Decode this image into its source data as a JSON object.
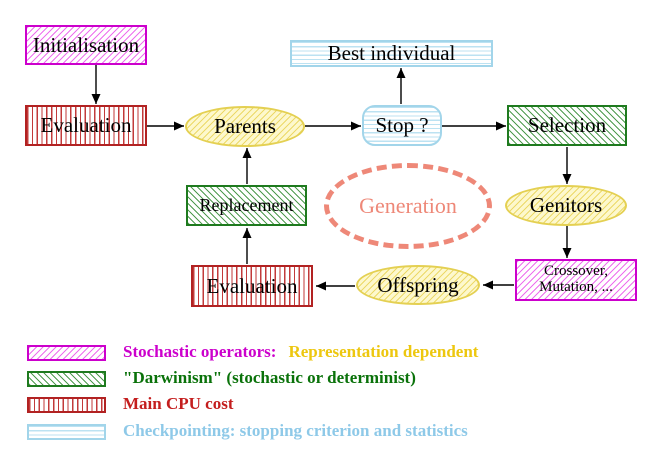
{
  "nodes": {
    "initialisation": "Initialisation",
    "evaluation_top": "Evaluation",
    "best_individual": "Best individual",
    "parents": "Parents",
    "stop": "Stop ?",
    "selection": "Selection",
    "replacement": "Replacement",
    "generation": "Generation",
    "genitors": "Genitors",
    "evaluation_bottom": "Evaluation",
    "offspring": "Offspring",
    "variation_line1": "Crossover,",
    "variation_line2": "Mutation, ..."
  },
  "legend": {
    "items": [
      {
        "swatch": "magenta-diagonal-hatch",
        "part1": "Stochastic operators:",
        "part2": "Representation dependent"
      },
      {
        "swatch": "green-diagonal-hatch",
        "part1": "\"Darwinism\" (stochastic or determinist)"
      },
      {
        "swatch": "red-vertical-stripes",
        "part1": "Main CPU cost"
      },
      {
        "swatch": "cyan-horizontal-stripes",
        "part1": "Checkpointing: stopping criterion and statistics"
      }
    ]
  },
  "colors": {
    "magenta": "#cc00cc",
    "gold": "#edc70f",
    "green": "#0a720a",
    "red": "#c41e1e",
    "cyan": "#8ec9e8",
    "salmon": "#ee8878",
    "yellow_node": "#e4d052",
    "arrow": "#000000"
  }
}
